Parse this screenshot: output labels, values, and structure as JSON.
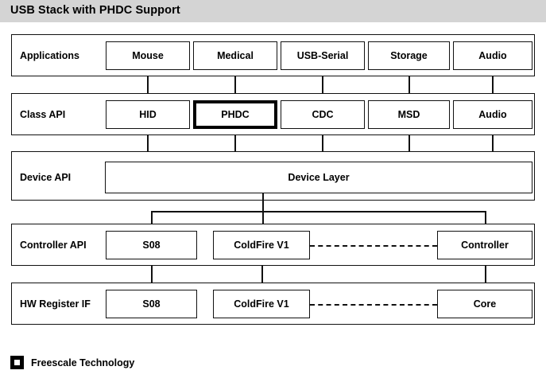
{
  "title": "USB Stack with PHDC Support",
  "colors": {
    "title_bar_bg": "#d4d4d4",
    "stroke": "#111111",
    "highlight_border": "#000000",
    "background": "#ffffff"
  },
  "rows": [
    {
      "label": "Applications",
      "nodes": [
        {
          "label": "Mouse",
          "highlight": false
        },
        {
          "label": "Medical",
          "highlight": false
        },
        {
          "label": "USB-Serial",
          "highlight": false
        },
        {
          "label": "Storage",
          "highlight": false
        },
        {
          "label": "Audio",
          "highlight": false
        }
      ]
    },
    {
      "label": "Class API",
      "nodes": [
        {
          "label": "HID",
          "highlight": false
        },
        {
          "label": "PHDC",
          "highlight": true
        },
        {
          "label": "CDC",
          "highlight": false
        },
        {
          "label": "MSD",
          "highlight": false
        },
        {
          "label": "Audio",
          "highlight": false
        }
      ]
    },
    {
      "label": "Device API",
      "nodes": [
        {
          "label": "Device Layer",
          "highlight": false
        }
      ]
    },
    {
      "label": "Controller API",
      "nodes": [
        {
          "label": "S08",
          "highlight": false
        },
        {
          "label": "ColdFire V1",
          "highlight": false
        },
        {
          "label": "Controller",
          "highlight": false
        }
      ]
    },
    {
      "label": "HW Register IF",
      "nodes": [
        {
          "label": "S08",
          "highlight": false
        },
        {
          "label": "ColdFire V1",
          "highlight": false
        },
        {
          "label": "Core",
          "highlight": false
        }
      ]
    }
  ],
  "legend": {
    "icon": "filled-square-outline-icon",
    "text": "Freescale Technology"
  }
}
